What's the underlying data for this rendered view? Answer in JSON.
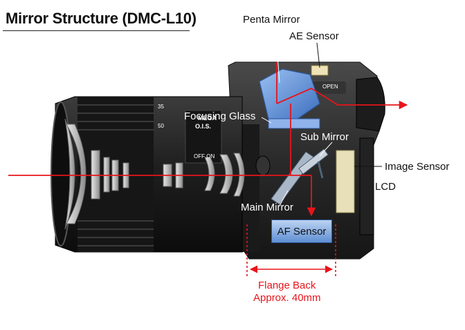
{
  "title": "Mirror Structure (DMC-L10)",
  "labels": {
    "penta_mirror": "Penta Mirror",
    "ae_sensor": "AE Sensor",
    "focusing_glass": "Focusing Glass",
    "sub_mirror": "Sub Mirror",
    "image_sensor": "Image Sensor",
    "lcd": "LCD",
    "main_mirror": "Main Mirror",
    "af_sensor": "AF Sensor",
    "flange_back": "Flange Back",
    "flange_distance": "Approx. 40mm"
  },
  "lens_markings": {
    "mega_ois": "MEGA",
    "ois": "O.I.S.",
    "off_on": "OFF  ON",
    "open": "OPEN",
    "focal_50": "50",
    "focal_35": "35"
  },
  "colors": {
    "light_path": "#e8141b",
    "prism": "#5b8fd6",
    "af_sensor": "#7aa4e0",
    "image_sensor": "#e7e0b8",
    "camera_body": "#2b2b2b"
  }
}
